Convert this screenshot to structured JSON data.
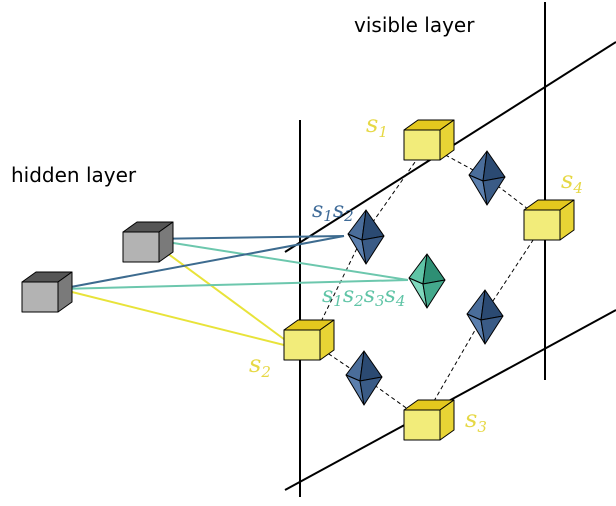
{
  "labels": {
    "visible_layer": "visible layer",
    "hidden_layer": "hidden layer"
  },
  "visible_units": [
    {
      "letter": "s",
      "index": "1"
    },
    {
      "letter": "s",
      "index": "2"
    },
    {
      "letter": "s",
      "index": "3"
    },
    {
      "letter": "s",
      "index": "4"
    }
  ],
  "pair_label": {
    "letters": [
      "s",
      "s"
    ],
    "indices": [
      "1",
      "2"
    ]
  },
  "quad_label": {
    "letters": [
      "s",
      "s",
      "s",
      "s"
    ],
    "indices": [
      "1",
      "2",
      "3",
      "4"
    ]
  },
  "colors": {
    "visible_unit_face": "#f2ec7a",
    "visible_unit_top": "#e3c81e",
    "visible_unit_side": "#e8d435",
    "visible_label": "#e6d845",
    "hidden_unit_face": "#b3b3b3",
    "hidden_unit_top": "#555555",
    "hidden_unit_side": "#7a7a7a",
    "pair_factor": "#4a6d9a",
    "pair_factor_dark": "#2b4a72",
    "pair_label": "#3f6b98",
    "quad_factor": "#5fc4a6",
    "quad_factor_dark": "#2e8f74",
    "quad_label": "#5fc4a6",
    "edge_blue": "#3d6b8f",
    "edge_teal": "#6cc7ad",
    "edge_yellow": "#e8e33a"
  }
}
